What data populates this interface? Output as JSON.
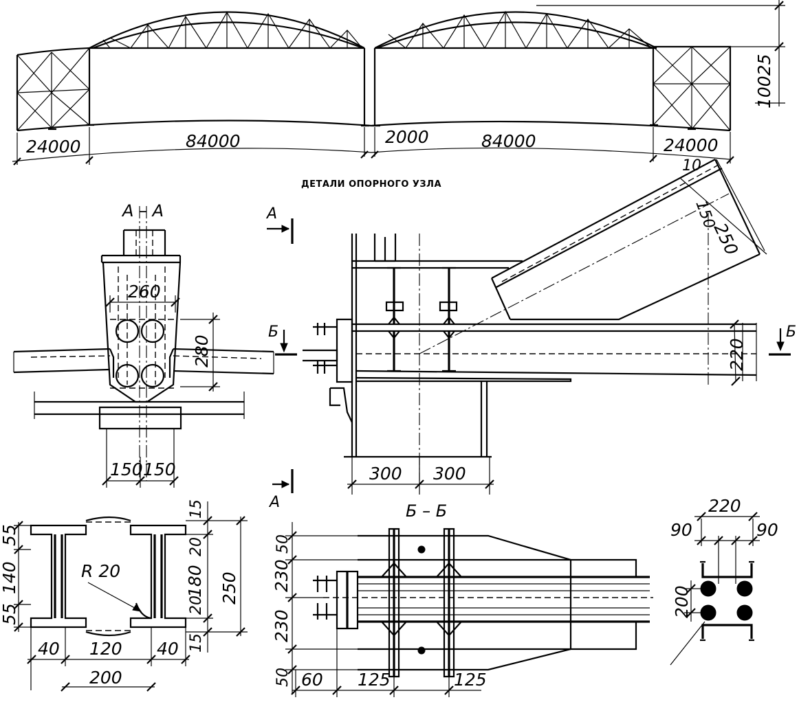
{
  "section_title": "ДЕТАЛИ ОПОРНОГО УЗЛА",
  "elevation": {
    "height": "10025",
    "spans": [
      "24000",
      "84000",
      "2000",
      "84000",
      "24000"
    ]
  },
  "section_aa": {
    "label": "А – А",
    "dims": [
      "260",
      "280",
      "150",
      "150"
    ]
  },
  "side_view": {
    "cut_a_top": "А",
    "cut_a_bottom": "А",
    "cut_b_left": "Б",
    "cut_b_right": "Б",
    "dims": [
      "10",
      "150",
      "250",
      "220",
      "300",
      "300"
    ]
  },
  "profile": {
    "radius_label": "R 20",
    "dims": [
      "55",
      "140",
      "55",
      "15",
      "20",
      "180",
      "20",
      "15",
      "250",
      "40",
      "120",
      "40",
      "200"
    ]
  },
  "section_bb": {
    "label": "Б – Б",
    "dims": [
      "50",
      "230",
      "230",
      "50",
      "60",
      "125",
      "125"
    ]
  },
  "channel_detail": {
    "dims": [
      "220",
      "90",
      "90",
      "200"
    ]
  }
}
